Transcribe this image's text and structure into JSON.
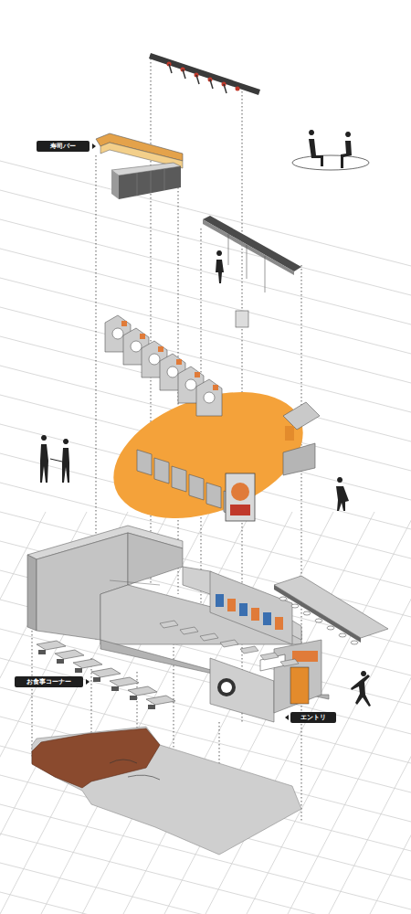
{
  "diagram": {
    "nodes": [
      {
        "text": [
          "寿司バー"
        ]
      },
      {
        "text": [
          "お食事コーナー"
        ]
      },
      {
        "text": [
          "エントリ"
        ]
      }
    ]
  }
}
